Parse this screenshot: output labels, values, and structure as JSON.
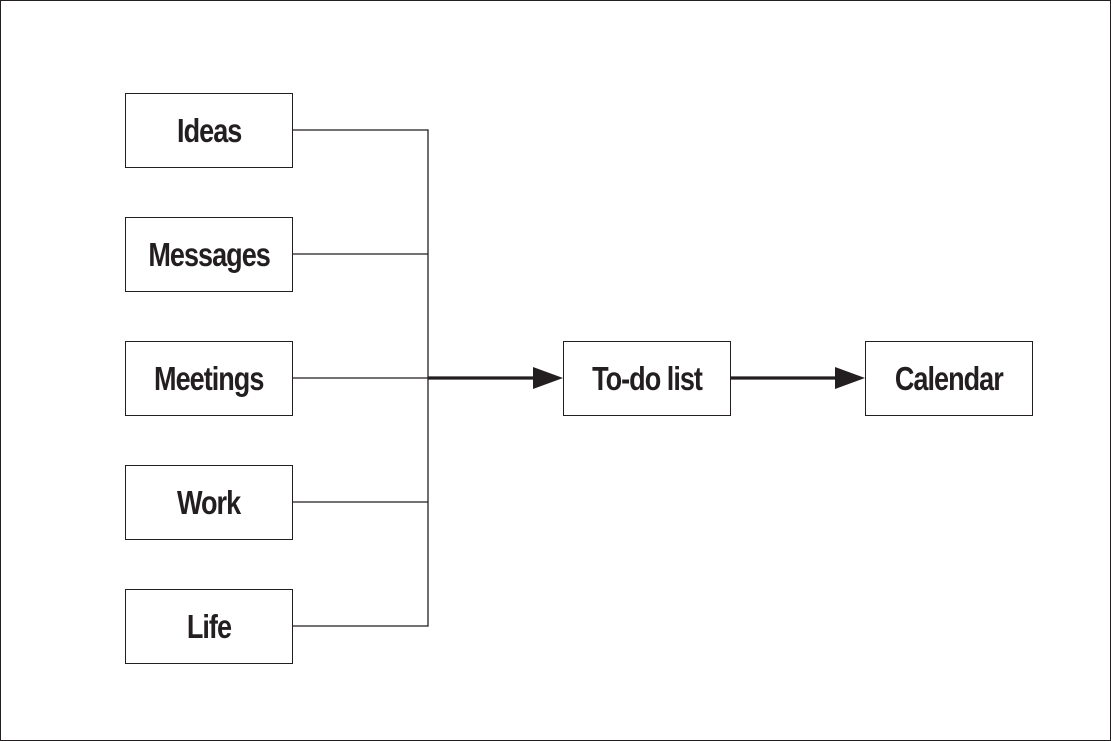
{
  "diagram": {
    "sources": [
      {
        "id": "ideas",
        "label": "Ideas"
      },
      {
        "id": "messages",
        "label": "Messages"
      },
      {
        "id": "meetings",
        "label": "Meetings"
      },
      {
        "id": "work",
        "label": "Work"
      },
      {
        "id": "life",
        "label": "Life"
      }
    ],
    "middle": {
      "id": "todo",
      "label": "To-do list"
    },
    "target": {
      "id": "calendar",
      "label": "Calendar"
    },
    "edges": [
      {
        "from": "ideas",
        "to": "todo"
      },
      {
        "from": "messages",
        "to": "todo"
      },
      {
        "from": "meetings",
        "to": "todo"
      },
      {
        "from": "work",
        "to": "todo"
      },
      {
        "from": "life",
        "to": "todo"
      },
      {
        "from": "todo",
        "to": "calendar"
      }
    ],
    "colors": {
      "line": "#231f20",
      "text": "#231f20",
      "background": "#ffffff"
    }
  }
}
